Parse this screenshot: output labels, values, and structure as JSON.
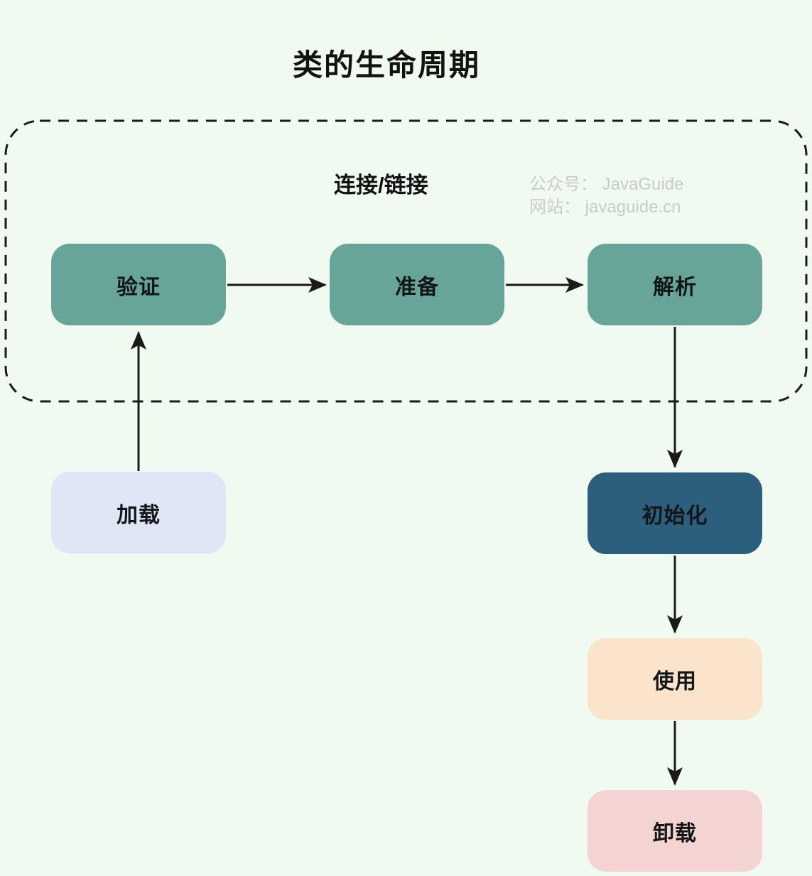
{
  "title": "类的生命周期",
  "background_color": "#f0faf1",
  "linking_group": {
    "label": "连接/链接"
  },
  "watermark": {
    "line1": "公众号： JavaGuide",
    "line2": "网站： javaguide.cn"
  },
  "nodes": [
    {
      "id": "verify",
      "label": "验证",
      "bg": "#66a597"
    },
    {
      "id": "prepare",
      "label": "准备",
      "bg": "#66a597"
    },
    {
      "id": "resolve",
      "label": "解析",
      "bg": "#66a597"
    },
    {
      "id": "load",
      "label": "加载",
      "bg": "#dfe7f7"
    },
    {
      "id": "initialize",
      "label": "初始化",
      "bg": "#2c5e7e"
    },
    {
      "id": "use",
      "label": "使用",
      "bg": "#fae5cc"
    },
    {
      "id": "unload",
      "label": "卸载",
      "bg": "#f3d4d2"
    }
  ],
  "edges": [
    {
      "from": "load",
      "to": "verify"
    },
    {
      "from": "verify",
      "to": "prepare"
    },
    {
      "from": "prepare",
      "to": "resolve"
    },
    {
      "from": "resolve",
      "to": "initialize"
    },
    {
      "from": "initialize",
      "to": "use"
    },
    {
      "from": "use",
      "to": "unload"
    }
  ],
  "colors": {
    "stroke": "#1a1a1a",
    "watermark_text": "#c6ccc8",
    "node_text": "#131619",
    "teal_box": "#66a597",
    "lavender_box": "#dfe7f7",
    "dark_blue_box": "#2c5e7e",
    "peach_box": "#fae5cc",
    "pink_box": "#f3d4d2"
  }
}
